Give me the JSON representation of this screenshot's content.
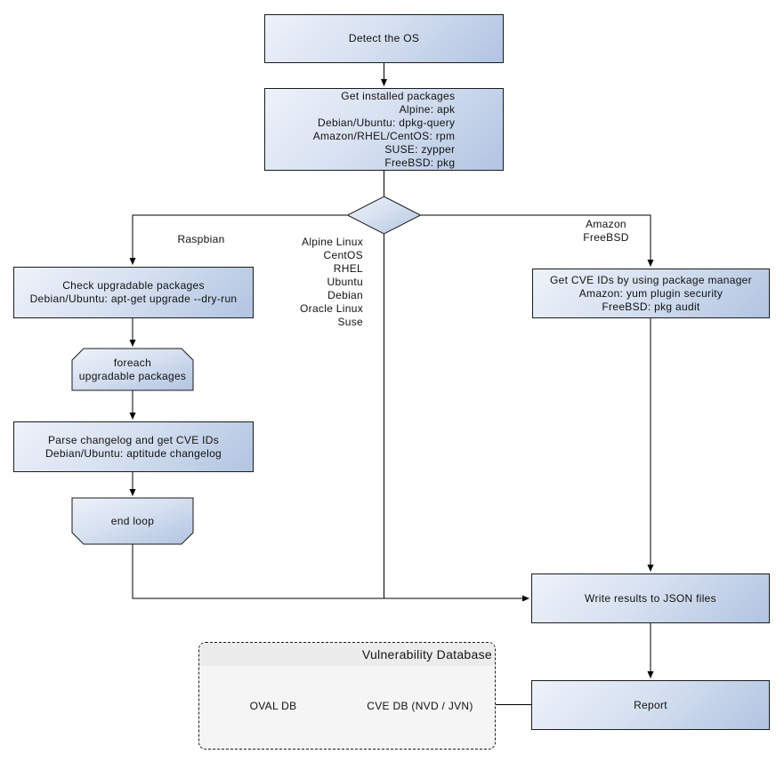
{
  "flow": {
    "detect_os": "Detect the OS",
    "get_installed_packages": "Get installed packages\nAlpine: apk\nDebian/Ubuntu: dpkg-query\nAmazon/RHEL/CentOS: rpm\nSUSE: zypper\nFreeBSD: pkg",
    "check_upgradable": "Check upgradable packages\nDebian/Ubuntu: apt-get upgrade --dry-run",
    "foreach_loop": "foreach\nupgradable  packages",
    "parse_changelog": "Parse changelog and get  CVE IDs\nDebian/Ubuntu: aptitude changelog",
    "end_loop": "end loop",
    "get_cve_ids": "Get CVE IDs by using package manager\nAmazon: yum plugin security\nFreeBSD: pkg audit",
    "write_results": "Write results to JSON files",
    "report": "Report"
  },
  "branch_labels": {
    "raspbian": "Raspbian",
    "os_list": "Alpine Linux\nCentOS\nRHEL\nUbuntu\nDebian\nOracle Linux\nSuse",
    "amazon_freebsd": "Amazon\nFreeBSD"
  },
  "database": {
    "title": "Vulnerability Database",
    "oval_db": "OVAL DB",
    "cve_db": "CVE DB (NVD / JVN)"
  },
  "colors": {
    "node_gradient_start": "#eef2fa",
    "node_gradient_end": "#b1c4e1",
    "node_border": "#1b1b1b",
    "connector": "#000000",
    "db_panel_fill": "#f5f5f5",
    "db_header_fill": "#ececec"
  }
}
